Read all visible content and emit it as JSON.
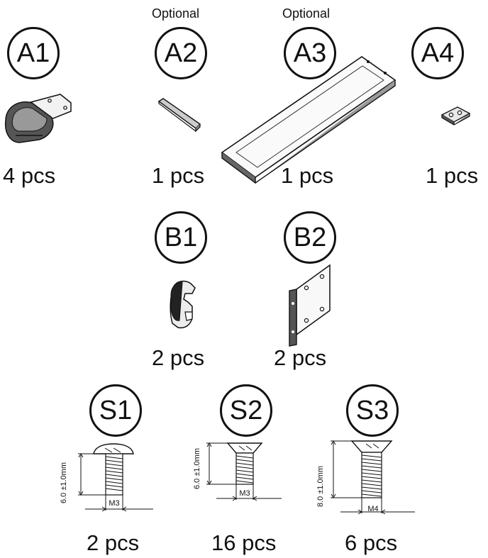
{
  "parts": {
    "a1": {
      "id": "A1",
      "qty": "4 pcs"
    },
    "a2": {
      "id": "A2",
      "qty": "1 pcs",
      "note": "Optional"
    },
    "a3": {
      "id": "A3",
      "qty": "1 pcs",
      "note": "Optional"
    },
    "a4": {
      "id": "A4",
      "qty": "1 pcs"
    },
    "b1": {
      "id": "B1",
      "qty": "2 pcs"
    },
    "b2": {
      "id": "B2",
      "qty": "2 pcs"
    },
    "s1": {
      "id": "S1",
      "qty": "2 pcs",
      "length": "6.0 ±1.0mm",
      "thread": "M3"
    },
    "s2": {
      "id": "S2",
      "qty": "16 pcs",
      "length": "6.0 ±1.0mm",
      "thread": "M3"
    },
    "s3": {
      "id": "S3",
      "qty": "6 pcs",
      "length": "8.0 ±1.0mm",
      "thread": "M4"
    }
  }
}
